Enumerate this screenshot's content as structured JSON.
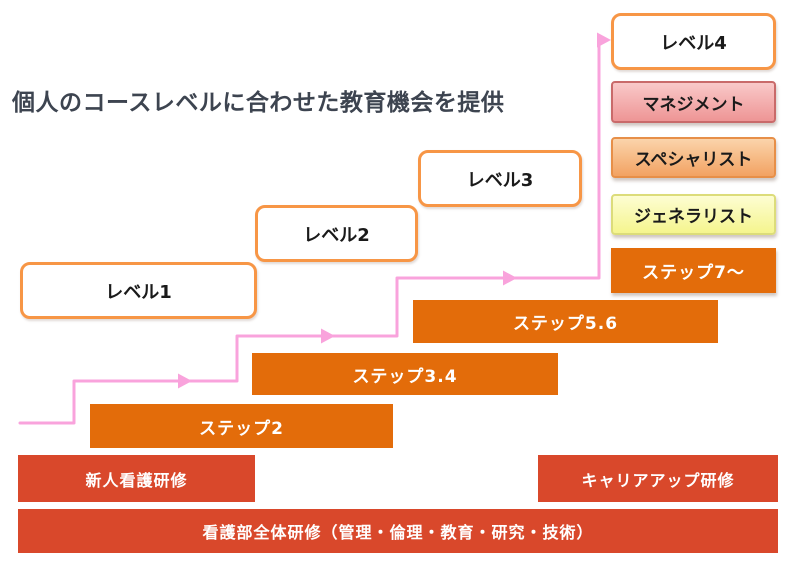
{
  "title": "個人のコースレベルに合わせた教育機会を提供",
  "levels": [
    {
      "label": "レベル1"
    },
    {
      "label": "レベル2"
    },
    {
      "label": "レベル3"
    },
    {
      "label": "レベル4"
    }
  ],
  "roles": [
    {
      "label": "マネジメント"
    },
    {
      "label": "スペシャリスト"
    },
    {
      "label": "ジェネラリスト"
    }
  ],
  "steps": [
    {
      "label": "ステップ2"
    },
    {
      "label": "ステップ3.4"
    },
    {
      "label": "ステップ5.6"
    },
    {
      "label": "ステップ7～"
    }
  ],
  "trainings": [
    {
      "label": "新人看護研修"
    },
    {
      "label": "キャリアアップ研修"
    },
    {
      "label": "看護部全体研修（管理・倫理・教育・研究・技術）"
    }
  ],
  "colors": {
    "step_orange": "#e36c0a",
    "training_red": "#d9482b",
    "level_border_orange": "#f79646",
    "arrow_pink": "#f9a3dc",
    "management_pink": "#ee9595",
    "specialist_orange": "#f2a262",
    "generalist_yellow": "#f5f58e",
    "title_text": "#3d4450"
  }
}
